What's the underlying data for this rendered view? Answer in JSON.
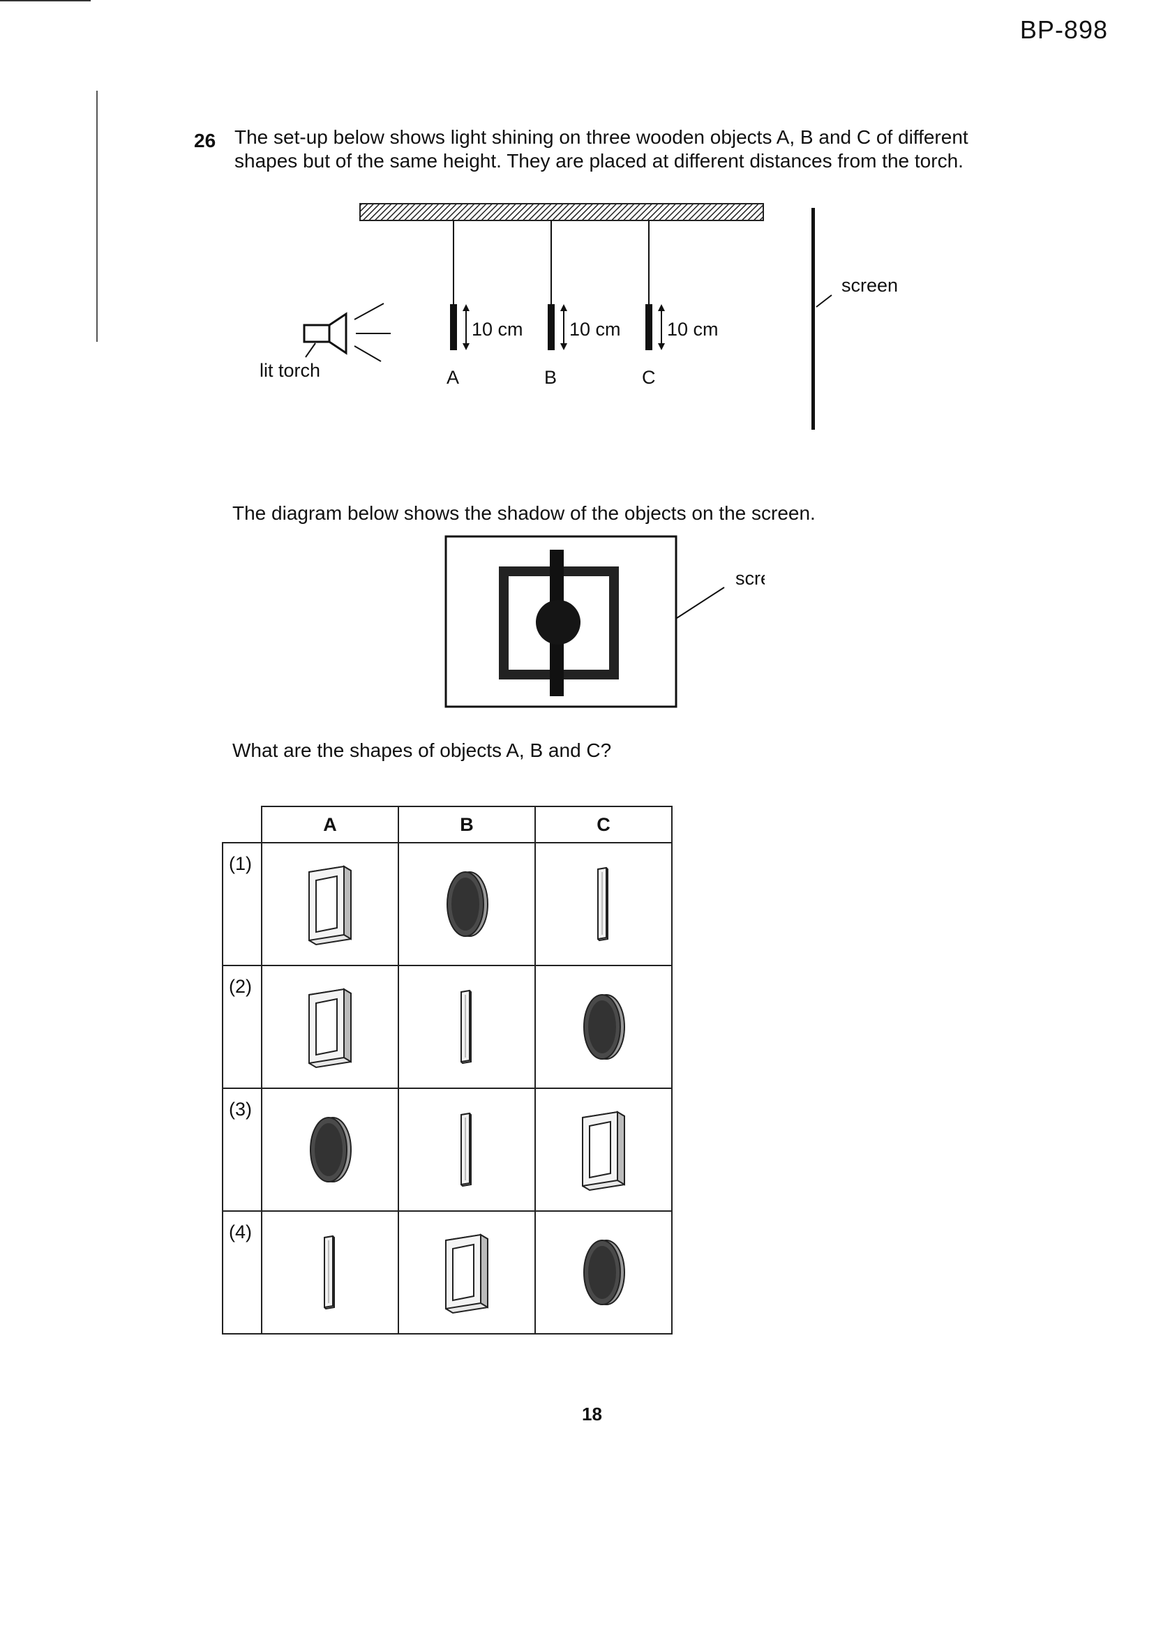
{
  "header": {
    "code": "BP-898"
  },
  "question": {
    "number": "26",
    "text": "The set-up below shows light shining on three wooden objects A, B and C of different shapes but of the same height. They are placed at different distances from the torch."
  },
  "setup_diagram": {
    "torch_label": "lit torch",
    "screen_label": "screen",
    "objects": [
      {
        "label": "A",
        "height": "10 cm"
      },
      {
        "label": "B",
        "height": "10 cm"
      },
      {
        "label": "C",
        "height": "10 cm"
      }
    ]
  },
  "shadow_diagram": {
    "intro": "The diagram below shows the shadow of the objects on the screen.",
    "screen_label": "screen"
  },
  "prompt": "What are the shapes of objects A, B and C?",
  "options_table": {
    "columns": [
      "A",
      "B",
      "C"
    ],
    "rows": [
      {
        "label": "(1)",
        "shapes": [
          "square-frame-icon",
          "disc-icon",
          "rod-icon"
        ]
      },
      {
        "label": "(2)",
        "shapes": [
          "square-frame-icon",
          "rod-icon",
          "disc-icon"
        ]
      },
      {
        "label": "(3)",
        "shapes": [
          "disc-icon",
          "rod-icon",
          "square-frame-icon"
        ]
      },
      {
        "label": "(4)",
        "shapes": [
          "rod-icon",
          "square-frame-icon",
          "disc-icon"
        ]
      }
    ]
  },
  "footer": {
    "page_number": "18"
  }
}
